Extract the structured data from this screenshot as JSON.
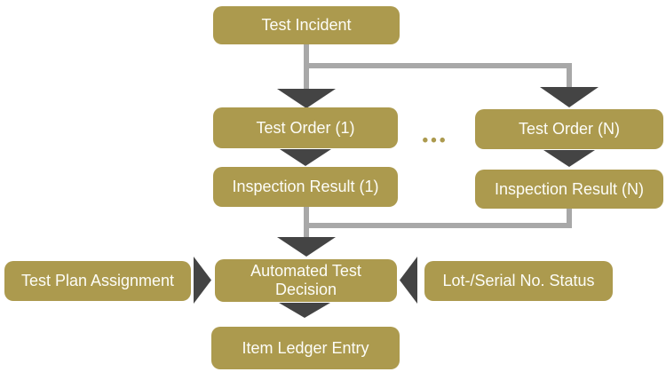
{
  "diagram": {
    "type": "flowchart",
    "colors": {
      "background": "#ffffff",
      "node_fill": "#AC9A4E",
      "node_text": "#FDFDF8",
      "connector_line": "#A8A8A8",
      "arrowhead": "#444444",
      "ellipsis": "#AC9A4E"
    },
    "nodes": {
      "test_incident": {
        "label": "Test Incident"
      },
      "test_order_1": {
        "label": "Test Order (1)"
      },
      "test_order_n": {
        "label": "Test Order (N)"
      },
      "inspection_result_1": {
        "label": "Inspection Result (1)"
      },
      "inspection_result_n": {
        "label": "Inspection Result (N)"
      },
      "automated_test_decision": {
        "label": "Automated Test Decision"
      },
      "test_plan_assignment": {
        "label": "Test Plan Assignment"
      },
      "lot_serial_status": {
        "label": "Lot-/Serial No. Status"
      },
      "item_ledger_entry": {
        "label": "Item Ledger Entry"
      }
    },
    "ellipsis": "•••",
    "edges": [
      "Test Incident -> Test Order (1)",
      "Test Incident -> Test Order (N)",
      "Test Order (1) -> Inspection Result (1)",
      "Test Order (N) -> Inspection Result (N)",
      "Inspection Result (1) -> Automated Test Decision",
      "Inspection Result (N) -> Automated Test Decision",
      "Test Plan Assignment -> Automated Test Decision",
      "Lot-/Serial No. Status -> Automated Test Decision",
      "Automated Test Decision -> Item Ledger Entry"
    ]
  }
}
